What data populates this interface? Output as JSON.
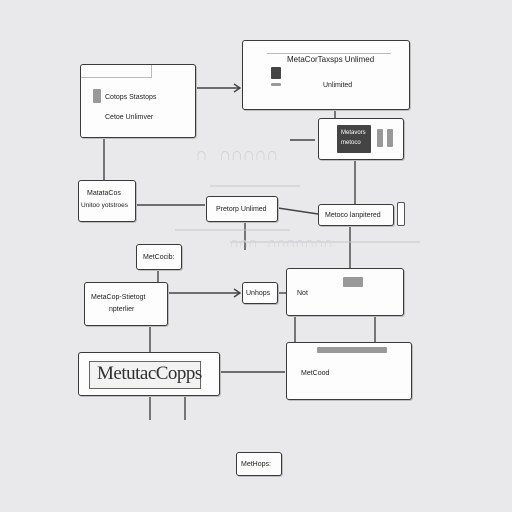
{
  "nodes": {
    "top_window_title": "MetaCorTaxsps Unlimed",
    "top_window_sub": "Unlimited",
    "left_panel_line1": "Cotops Stastops",
    "left_panel_line2": "Cetoe Unlimver",
    "metacos_line1": "MatataCos",
    "metacos_line2": "Unitoo yotstroes",
    "pretorp": "Pretorp Unlimed",
    "metoco": "Metoco lanpitered",
    "metcocib": "MetCocib:",
    "metacop_line1": "MetaCop-Stietogt",
    "metacop_line2": "npterlier",
    "unhops": "Unhops",
    "not_label": "Not",
    "big_logo": "MetutacCopps",
    "metcood": "MetCood",
    "bottom_node": "MetHops:",
    "mini_window_label1": "Metavors",
    "mini_window_label2": "metoco"
  },
  "icons": [
    "document-icon",
    "terminal-icon",
    "window-icon",
    "connector-icon",
    "plug-icon"
  ]
}
